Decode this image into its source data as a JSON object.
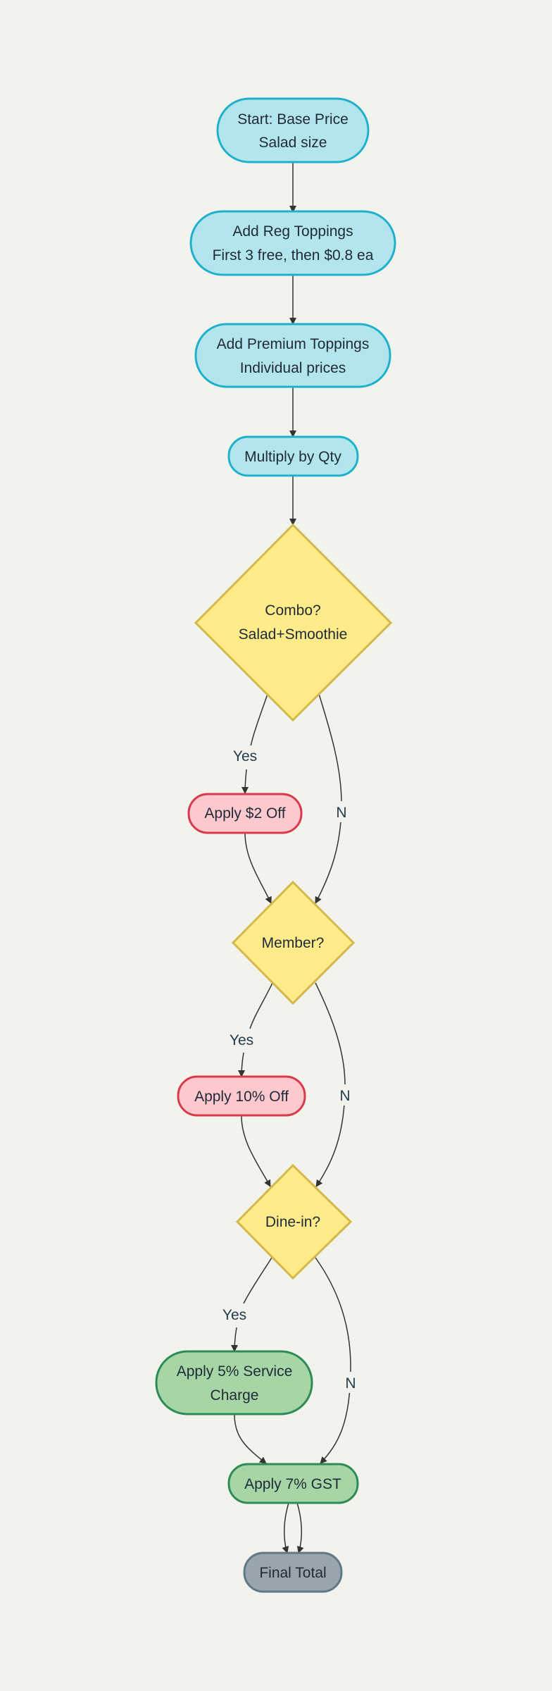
{
  "colors": {
    "process_fill": "#b3e6ec",
    "process_stroke": "#1fb1cc",
    "decision_fill": "#ffeb8a",
    "decision_stroke": "#d4b84a",
    "discount_fill": "#fdc9cf",
    "discount_stroke": "#d9394a",
    "charge_fill": "#a6d6a6",
    "charge_stroke": "#2e8b57",
    "final_fill": "#9aa4ad",
    "final_stroke": "#5f7a85",
    "edge": "#333333",
    "background": "#f3f3ee"
  },
  "nodes": {
    "start": {
      "line1": "Start: Base Price",
      "line2": "Salad size"
    },
    "reg_toppings": {
      "line1": "Add Reg Toppings",
      "line2": "First 3 free, then $0.8 ea"
    },
    "premium_toppings": {
      "line1": "Add Premium Toppings",
      "line2": "Individual prices"
    },
    "multiply": {
      "line1": "Multiply by Qty"
    },
    "combo": {
      "line1": "Combo?",
      "line2": "Salad+Smoothie"
    },
    "apply_2_off": {
      "line1": "Apply $2 Off"
    },
    "member": {
      "line1": "Member?"
    },
    "apply_10_off": {
      "line1": "Apply 10% Off"
    },
    "dine_in": {
      "line1": "Dine-in?"
    },
    "service_charge": {
      "line1": "Apply 5% Service",
      "line2": "Charge"
    },
    "gst": {
      "line1": "Apply 7% GST"
    },
    "final_total": {
      "line1": "Final Total"
    }
  },
  "edge_labels": {
    "combo_yes": "Yes",
    "combo_no": "N",
    "member_yes": "Yes",
    "member_no": "N",
    "dine_yes": "Yes",
    "dine_no": "N"
  }
}
